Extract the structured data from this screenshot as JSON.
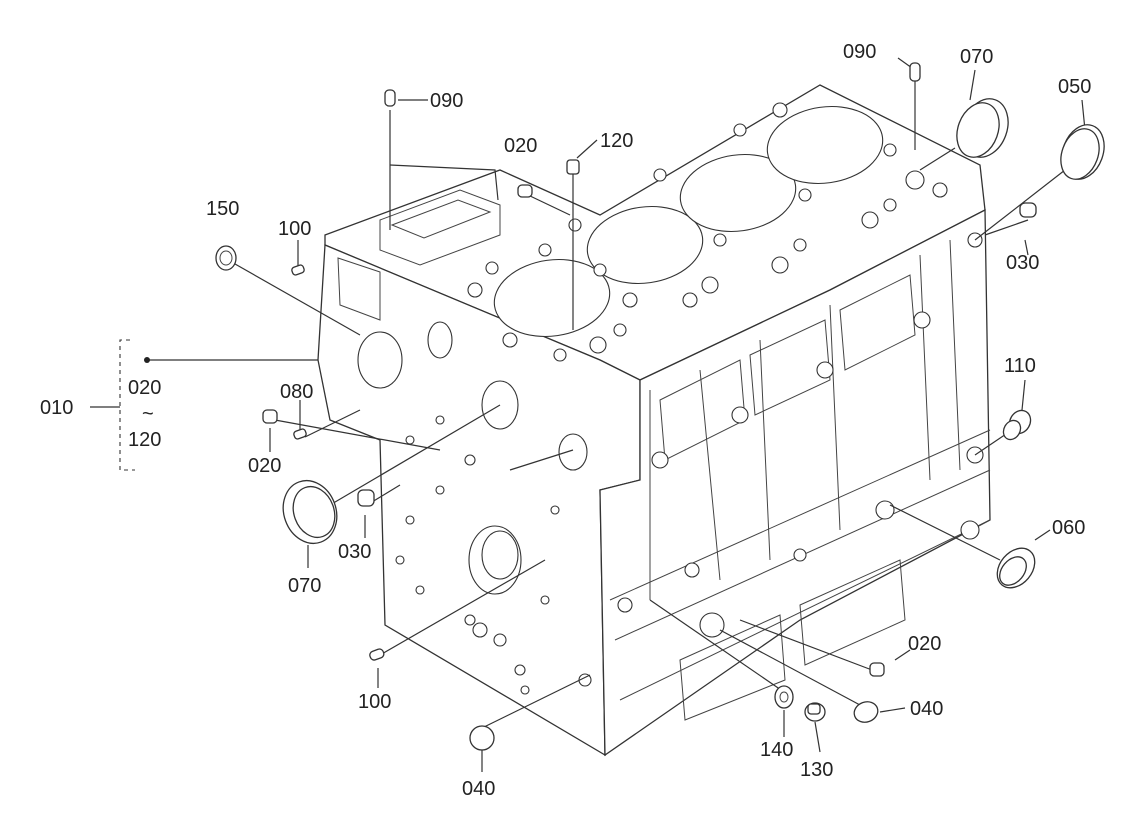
{
  "labels": {
    "c010": "010",
    "c020_group": "020",
    "tilde": "~",
    "c120_group": "120",
    "c150": "150",
    "c100_top": "100",
    "c090_left": "090",
    "c020_top": "020",
    "c120_top": "120",
    "c090_right": "090",
    "c070_top": "070",
    "c050": "050",
    "c030_right": "030",
    "c110": "110",
    "c080": "080",
    "c020_left": "020",
    "c070_left": "070",
    "c030_left": "030",
    "c060": "060",
    "c020_bottom": "020",
    "c040_right": "040",
    "c100_bottom": "100",
    "c140": "140",
    "c130": "130",
    "c040_bottom": "040"
  }
}
